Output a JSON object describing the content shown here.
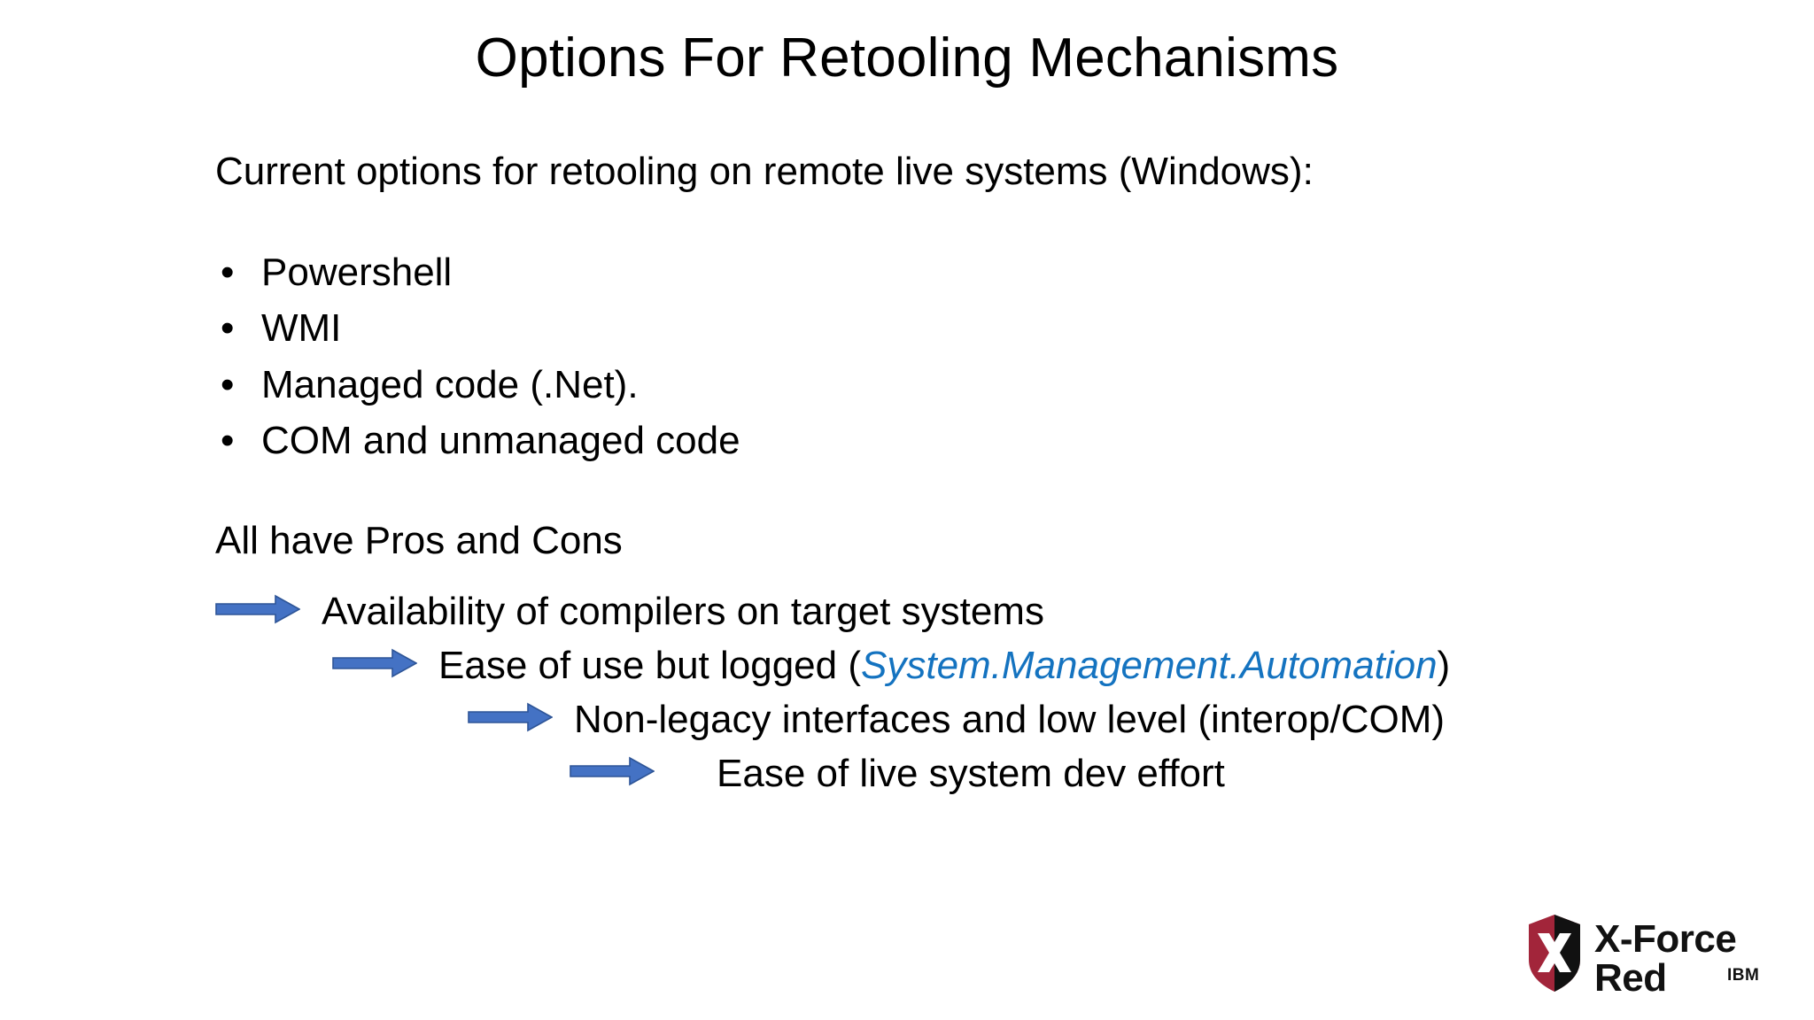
{
  "slide": {
    "title": "Options For Retooling Mechanisms",
    "intro": "Current options for retooling on remote live systems (Windows):",
    "bullet_marker": "•",
    "bullets": [
      {
        "label": "Powershell"
      },
      {
        "label": "WMI"
      },
      {
        "label": "Managed code (.Net)."
      },
      {
        "label": "COM and unmanaged code"
      }
    ],
    "pros_cons": "All have Pros and Cons",
    "arrow_rows": [
      {
        "indent": 0,
        "arrow_width": 96,
        "gap": 24,
        "text_before": "Availability of compilers on target systems",
        "emphasis": "",
        "text_after": ""
      },
      {
        "indent": 132,
        "arrow_width": 96,
        "gap": 24,
        "text_before": "Ease of use but logged (",
        "emphasis": "System.Management.Automation",
        "text_after": ")"
      },
      {
        "indent": 285,
        "arrow_width": 96,
        "gap": 24,
        "text_before": "Non-legacy interfaces and low level (interop/COM)",
        "emphasis": "",
        "text_after": ""
      },
      {
        "indent": 400,
        "arrow_width": 96,
        "gap": 70,
        "text_before": "Ease of live system dev effort",
        "emphasis": "",
        "text_after": ""
      }
    ]
  },
  "logo": {
    "wordmark": "X-Force Red",
    "sub": "IBM",
    "shield_red": "#A2253A",
    "shield_black": "#111111"
  },
  "colors": {
    "arrow_fill": "#4472C4",
    "arrow_stroke": "#2E5597",
    "emphasis_blue": "#1473C0",
    "text_black": "#000000",
    "background": "#FFFFFF"
  }
}
